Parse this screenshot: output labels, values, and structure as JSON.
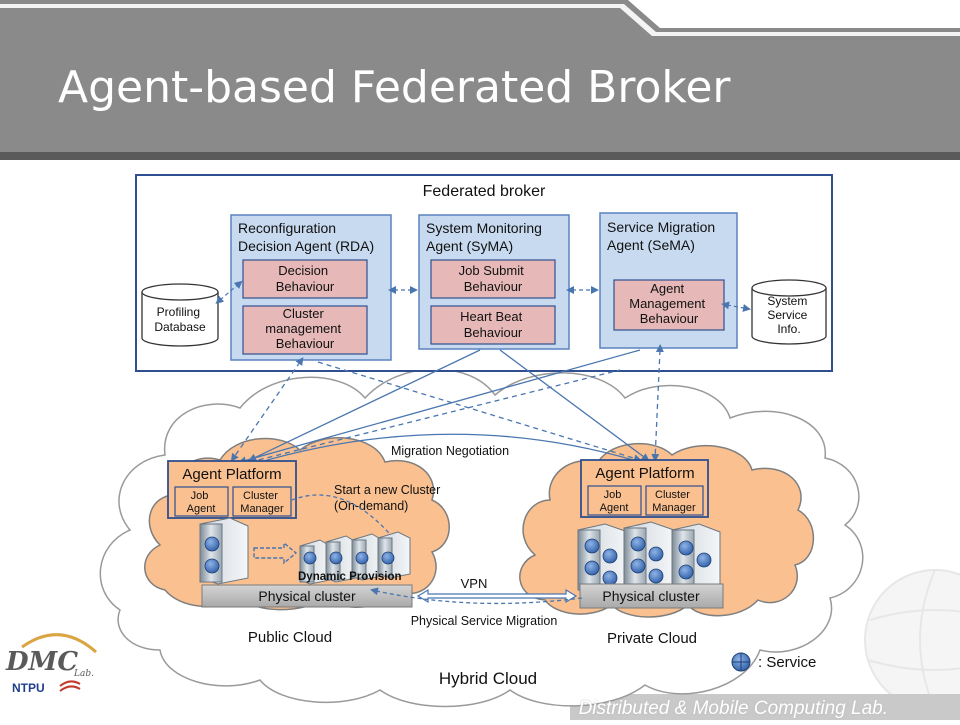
{
  "slide": {
    "title": "Agent-based Federated Broker",
    "footer": "Distributed & Mobile Computing Lab."
  },
  "logo": {
    "mark": "DMC",
    "small": "Lab.",
    "org": "NTPU"
  },
  "broker": {
    "title": "Federated broker",
    "profiling_db": [
      "Profiling",
      "Database"
    ],
    "system_service_info": [
      "System",
      "Service",
      "Info."
    ],
    "rda": {
      "title": [
        "Reconfiguration",
        "Decision Agent (RDA)"
      ],
      "decision": [
        "Decision",
        "Behaviour"
      ],
      "cluster": [
        "Cluster",
        "management",
        "Behaviour"
      ]
    },
    "syma": {
      "title": [
        "System Monitoring",
        "Agent (SyMA)"
      ],
      "job_submit": [
        "Job Submit",
        "Behaviour"
      ],
      "heart_beat": [
        "Heart Beat",
        "Behaviour"
      ]
    },
    "sema": {
      "title": [
        "Service Migration",
        "Agent (SeMA)"
      ],
      "agent_mgmt": [
        "Agent",
        "Management",
        "Behaviour"
      ]
    }
  },
  "cloud": {
    "public": {
      "label": "Public Cloud",
      "agent_platform": "Agent Platform",
      "job_agent": [
        "Job",
        "Agent"
      ],
      "cluster_manager": [
        "Cluster",
        "Manager"
      ],
      "physical_cluster": "Physical cluster",
      "dynamic_provision": "Dynamic Provision",
      "start_cluster": [
        "Start a new Cluster",
        "(On-demand)"
      ]
    },
    "private": {
      "label": "Private Cloud",
      "agent_platform": "Agent Platform",
      "job_agent": [
        "Job",
        "Agent"
      ],
      "cluster_manager": [
        "Cluster",
        "Manager"
      ],
      "physical_cluster": "Physical cluster"
    },
    "hybrid_label": "Hybrid Cloud",
    "migration_negotiation": "Migration Negotiation",
    "vpn": "VPN",
    "physical_service_migration": "Physical Service  Migration",
    "legend": ": Service"
  },
  "colors": {
    "header": "#8a8a8a",
    "agent_box": "#c8daf0",
    "behaviour_box": "#e6b9b8",
    "cloud_orange": "#fac090",
    "line_blue": "#4a76b0",
    "border_blue": "#2f4f8f"
  }
}
